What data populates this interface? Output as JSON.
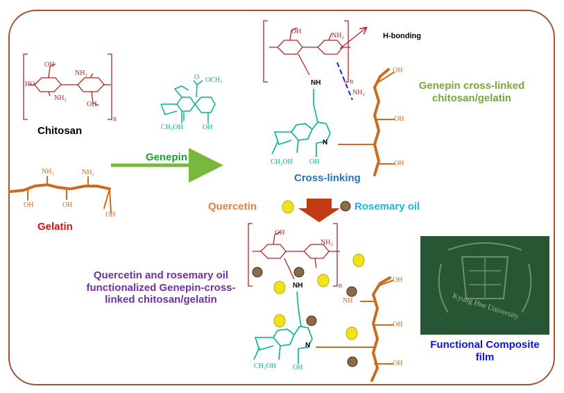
{
  "labels": {
    "chitosan": "Chitosan",
    "gelatin": "Gelatin",
    "genepin": "Genepin",
    "cross_linking": "Cross-linking",
    "h_bonding": "H-bonding",
    "quercetin": "Quercetin",
    "rosemary_oil": "Rosemary oil",
    "genepin_crosslinked": "Genepin cross-linked chitosan/gelatin",
    "functionalized": "Quercetin and rosemary oil functionalized Genepin-cross-linked chitosan/gelatin",
    "film": "Functional Composite film",
    "film_text": "Kyung Hee University"
  },
  "chem": {
    "nh2": "NH₂",
    "oh": "OH",
    "ho": "HO",
    "nh": "NH",
    "n": "N",
    "n_sub": "n",
    "och3": "OCH₃",
    "o": "O",
    "ch2oh": "CH₂OH"
  },
  "colors": {
    "frame": "#a0522d",
    "chitosan_ring": "#b22222",
    "genepin": "#00b38f",
    "gelatin": "#cc6a1f",
    "arrow_green": "#77b83a",
    "arrow_down": "#c23a12",
    "quercetin": "#f2e21b",
    "rosemary": "#8b6c47",
    "genepin_label": "#1f9e2c",
    "crosslink_label": "#1f74c8",
    "quercetin_label": "#f07c3a",
    "rosemary_label": "#1eb3e6",
    "crosslinked_label": "#7aa63a",
    "functionalized_label": "#7030a0",
    "film_label": "#1010e0",
    "gelatin_label": "#e01010"
  }
}
